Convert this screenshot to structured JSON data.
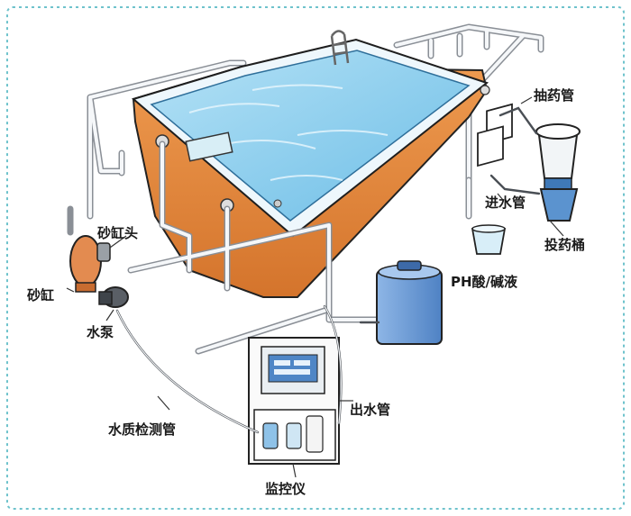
{
  "labels": {
    "chouyaoguan": "抽药管",
    "jinshuiguan": "进水管",
    "touyaotong": "投药桶",
    "ph_solution": "PH酸/碱液",
    "shagangtou": "砂缸头",
    "shagang": "砂缸",
    "shuibeng": "水泵",
    "shuizhijianceguan": "水质检测管",
    "chushuiguan": "出水管",
    "jiankongyi": "监控仪"
  },
  "colors": {
    "border": "#6fc3cc",
    "water": "#8fd0ee",
    "water_dark": "#5eb6e2",
    "pool_wall": "#e8883a",
    "pool_wall_dark": "#c96a22",
    "pipe": "#8a8f96",
    "tank": "#6f9fd8",
    "filter": "#e38b50",
    "monitor": "#ffffff"
  }
}
